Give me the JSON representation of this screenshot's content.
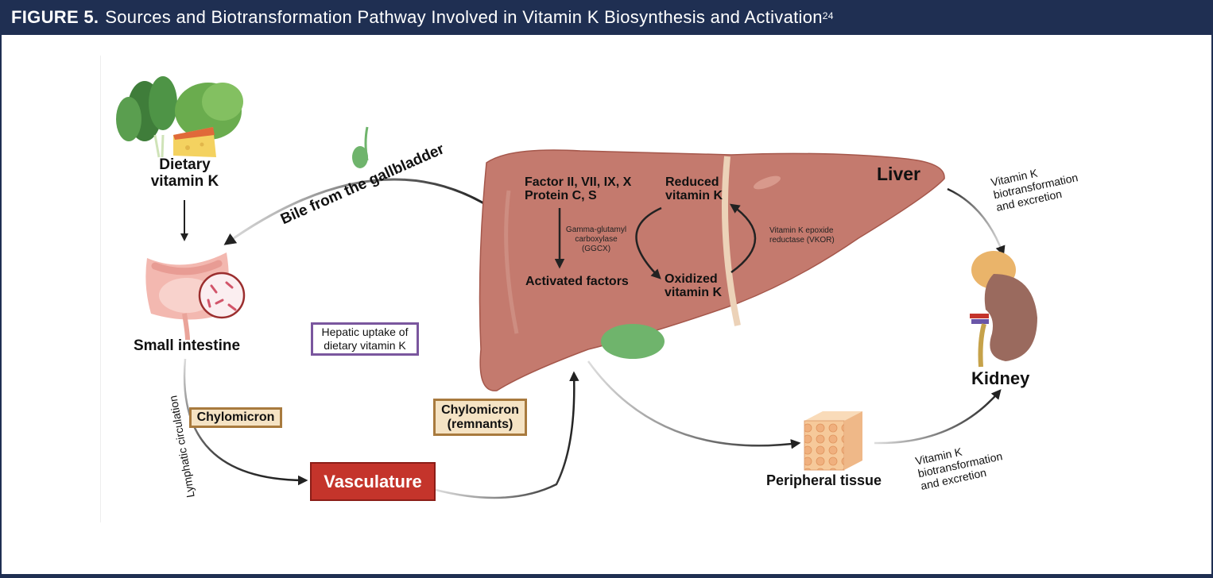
{
  "figure": {
    "label": "FIGURE 5.",
    "title": "Sources and Biotransformation Pathway Involved in Vitamin K Biosynthesis and Activation",
    "reference": "24"
  },
  "nodes": {
    "dietary": {
      "line1": "Dietary",
      "line2": "vitamin K"
    },
    "small_intestine": "Small intestine",
    "liver": "Liver",
    "kidney": "Kidney",
    "peripheral_tissue": "Peripheral tissue",
    "vasculature": "Vasculature"
  },
  "liver_contents": {
    "factors_line1": "Factor II, VII, IX, X",
    "factors_line2": "Protein C, S",
    "ggcx_line1": "Gamma-glutamyl",
    "ggcx_line2": "carboxylase",
    "ggcx_line3": "(GGCX)",
    "activated": "Activated factors",
    "reduced_line1": "Reduced",
    "reduced_line2": "vitamin K",
    "oxidized_line1": "Oxidized",
    "oxidized_line2": "vitamin K",
    "vkor_line1": "Vitamin K epoxide",
    "vkor_line2": "reductase (VKOR)"
  },
  "labels": {
    "bile": "Bile from the gallbladder",
    "hepatic_line1": "Hepatic uptake of",
    "hepatic_line2": "dietary vitamin K",
    "chylomicron": "Chylomicron",
    "chylo_remnants_line1": "Chylomicron",
    "chylo_remnants_line2": "(remnants)",
    "lymphatic": "Lymphatic circulation",
    "excretion_top_line1": "Vitamin K",
    "excretion_top_line2": "biotransformation",
    "excretion_top_line3": "and excretion",
    "excretion_bottom_line1": "Vitamin K",
    "excretion_bottom_line2": "biotransformation",
    "excretion_bottom_line3": "and excretion"
  },
  "colors": {
    "header_bg": "#1f2f52",
    "liver": "#c47a6e",
    "vasculature": "#c4342b",
    "chylomicron_bg": "#f5e3c4",
    "chylomicron_border": "#a87a3e",
    "hepatic_border": "#7a569e",
    "gallbladder": "#6fb46c",
    "kidney": "#9a6a5e",
    "adrenal": "#eab46a",
    "tissue": "#f6c99a"
  }
}
